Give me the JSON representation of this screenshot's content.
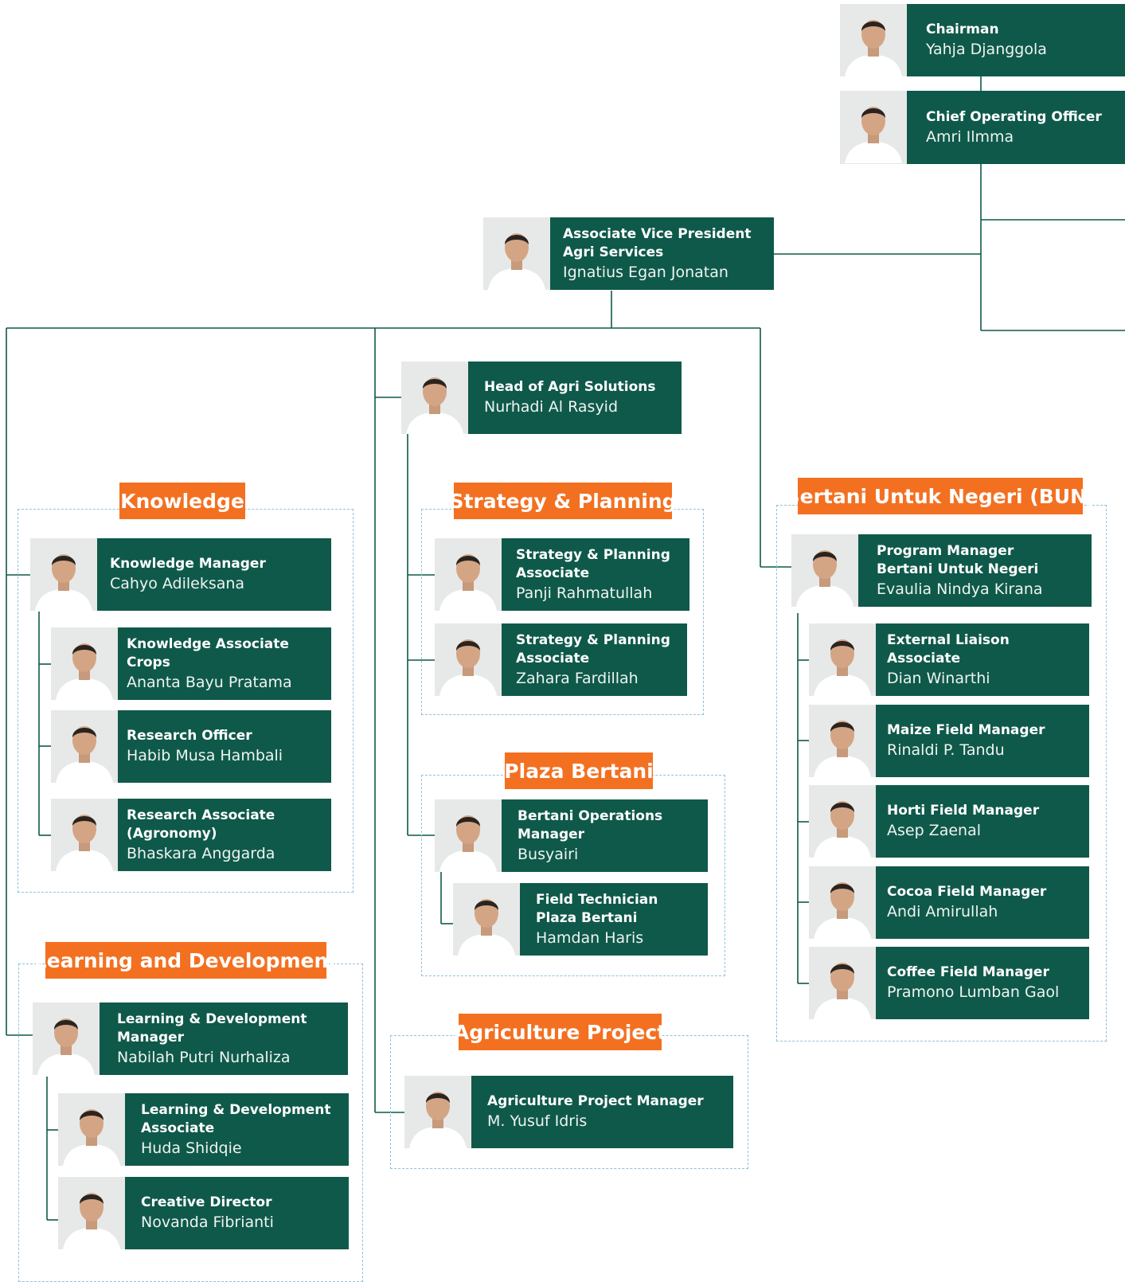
{
  "colors": {
    "card_bg": "#0f594a",
    "label_bg": "#f37021",
    "group_border": "#8fc3d9",
    "connector": "#0f594a"
  },
  "groups": {
    "knowledge": "Knowledge",
    "strategy": "Strategy & Planning",
    "plaza": "Plaza Bertani",
    "bun": "Bertani Untuk Negeri (BUN)",
    "learning": "Learning and Development",
    "agri_project": "Agriculture Project"
  },
  "people": {
    "chairman": {
      "title": "Chairman",
      "name": "Yahja Djanggola"
    },
    "coo": {
      "title": "Chief Operating Officer",
      "name": "Amri Ilmma"
    },
    "avp": {
      "title": "Associate Vice President\nAgri Services",
      "name": "Ignatius Egan Jonatan"
    },
    "head_agri": {
      "title": "Head of Agri Solutions",
      "name": "Nurhadi Al Rasyid"
    },
    "km": {
      "title": "Knowledge Manager",
      "name": "Cahyo Adileksana"
    },
    "ka": {
      "title": "Knowledge Associate\nCrops",
      "name": "Ananta Bayu Pratama"
    },
    "ro": {
      "title": "Research Officer",
      "name": "Habib Musa Hambali"
    },
    "ra": {
      "title": "Research Associate\n(Agronomy)",
      "name": "Bhaskara Anggarda"
    },
    "spa1": {
      "title": "Strategy & Planning\nAssociate",
      "name": "Panji Rahmatullah"
    },
    "spa2": {
      "title": "Strategy & Planning\nAssociate",
      "name": "Zahara Fardillah"
    },
    "bom": {
      "title": "Bertani Operations\nManager",
      "name": "Busyairi"
    },
    "ft": {
      "title": "Field Technician\nPlaza Bertani",
      "name": "Hamdan Haris"
    },
    "pm": {
      "title": "Program Manager\nBertani Untuk Negeri",
      "name": "Evaulia Nindya Kirana"
    },
    "ela": {
      "title": "External Liaison Associate",
      "name": "Dian Winarthi"
    },
    "maize": {
      "title": "Maize Field Manager",
      "name": "Rinaldi P. Tandu"
    },
    "horti": {
      "title": "Horti Field Manager",
      "name": "Asep Zaenal"
    },
    "cocoa": {
      "title": "Cocoa Field Manager",
      "name": "Andi Amirullah"
    },
    "coffee": {
      "title": "Coffee Field Manager",
      "name": "Pramono Lumban Gaol"
    },
    "ldm": {
      "title": "Learning & Development\nManager",
      "name": "Nabilah Putri Nurhaliza"
    },
    "lda": {
      "title": "Learning & Development\nAssociate",
      "name": "Huda Shidqie"
    },
    "cd": {
      "title": "Creative Director",
      "name": "Novanda Fibrianti"
    },
    "apm": {
      "title": "Agriculture Project Manager",
      "name": "M. Yusuf Idris"
    }
  }
}
